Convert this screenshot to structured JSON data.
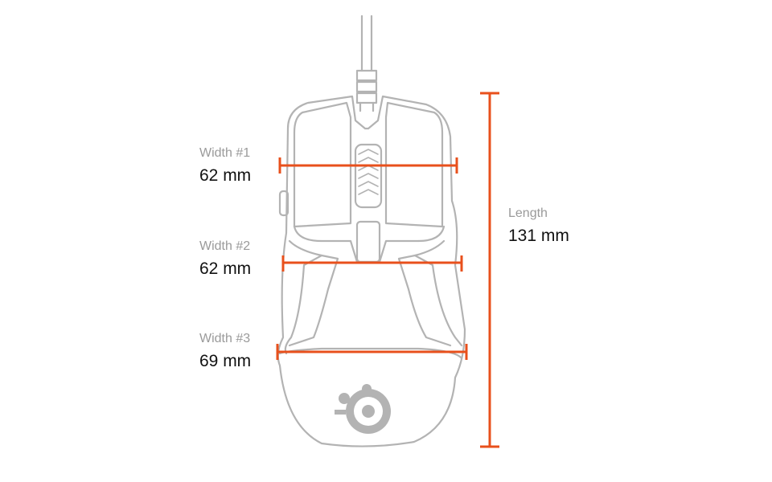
{
  "colors": {
    "accent": "#e8501c",
    "outline": "#b3b3b3",
    "label": "#9a9a9a",
    "value": "#111111"
  },
  "dimensions": {
    "width1": {
      "label": "Width #1",
      "value": "62 mm"
    },
    "width2": {
      "label": "Width #2",
      "value": "62 mm"
    },
    "width3": {
      "label": "Width #3",
      "value": "69 mm"
    },
    "length": {
      "label": "Length",
      "value": "131 mm"
    }
  },
  "illustration": {
    "subject": "mouse-top-view",
    "logo": "steelseries-logo-icon"
  }
}
